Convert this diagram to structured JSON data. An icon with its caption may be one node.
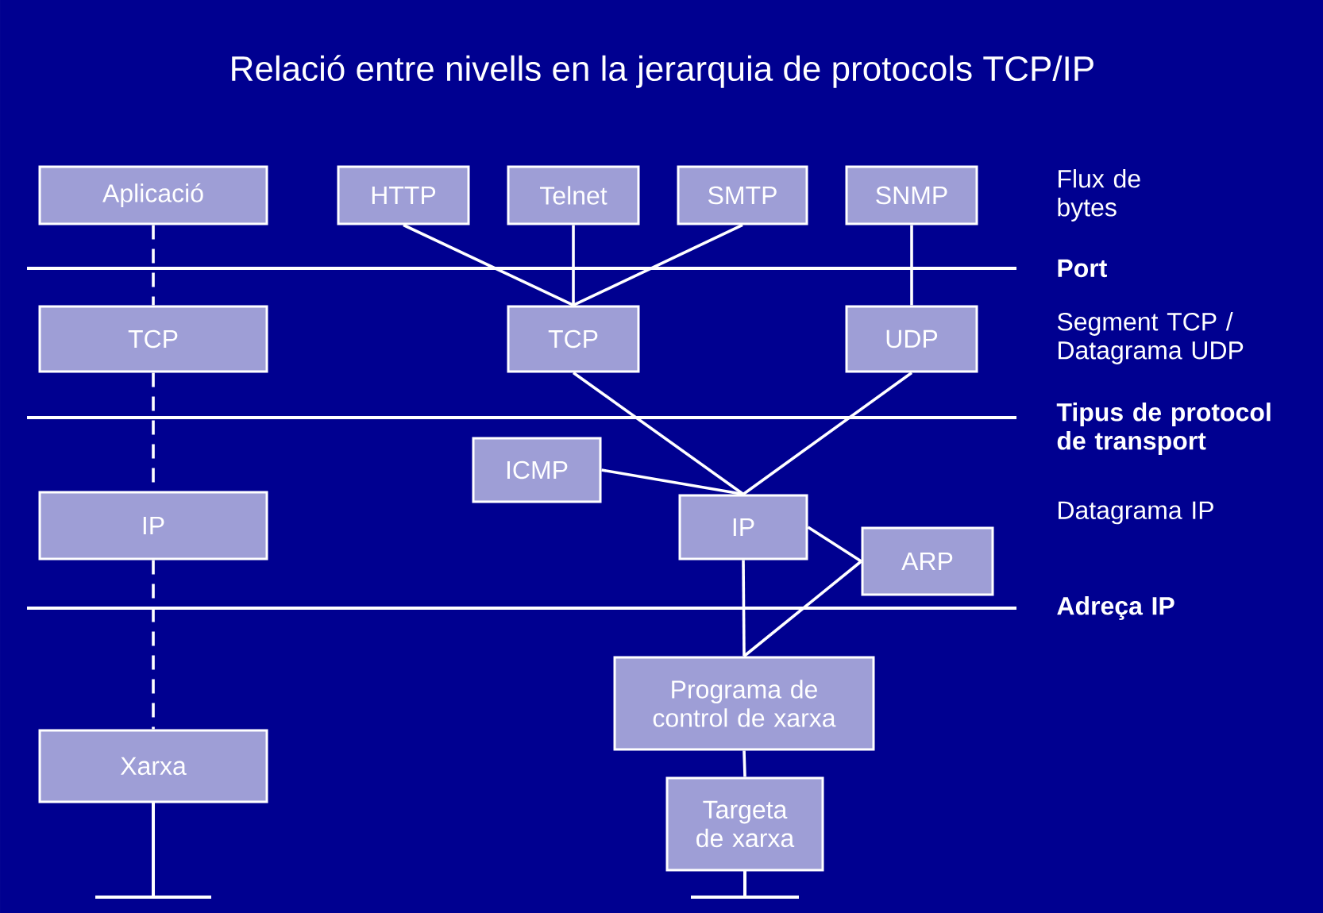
{
  "diagram": {
    "title": "Relació entre nivells en la jerarquia de protocols TCP/IP",
    "nodes": [
      {
        "text": [
          "Aplicació"
        ]
      },
      {
        "text": [
          "HTTP"
        ]
      },
      {
        "text": [
          "Telnet"
        ]
      },
      {
        "text": [
          "SMTP"
        ]
      },
      {
        "text": [
          "SNMP"
        ]
      },
      {
        "text": [
          "TCP"
        ]
      },
      {
        "text": [
          "TCP"
        ]
      },
      {
        "text": [
          "UDP"
        ]
      },
      {
        "text": [
          "ICMP"
        ]
      },
      {
        "text": [
          "IP"
        ]
      },
      {
        "text": [
          "IP"
        ]
      },
      {
        "text": [
          "ARP"
        ]
      },
      {
        "text": [
          "Xarxa"
        ]
      },
      {
        "text": [
          "Programa de control de xarxa"
        ]
      },
      {
        "text": [
          "Targeta de xarxa"
        ]
      }
    ],
    "edges": [
      {
        "from": 0,
        "to": 5,
        "arrow": "none",
        "style": "dashed"
      },
      {
        "from": 5,
        "to": 9,
        "arrow": "none",
        "style": "dashed"
      },
      {
        "from": 9,
        "to": 12,
        "arrow": "none",
        "style": "dashed"
      },
      {
        "from": 1,
        "to": 6,
        "arrow": "none"
      },
      {
        "from": 2,
        "to": 6,
        "arrow": "none"
      },
      {
        "from": 3,
        "to": 6,
        "arrow": "none"
      },
      {
        "from": 4,
        "to": 7,
        "arrow": "none"
      },
      {
        "from": 6,
        "to": 10,
        "arrow": "none"
      },
      {
        "from": 7,
        "to": 10,
        "arrow": "none"
      },
      {
        "from": 8,
        "to": 10,
        "arrow": "none"
      },
      {
        "from": 10,
        "to": 11,
        "arrow": "none"
      },
      {
        "from": 10,
        "to": 13,
        "arrow": "none"
      },
      {
        "from": 11,
        "to": 13,
        "arrow": "none"
      },
      {
        "from": 13,
        "to": 14,
        "arrow": "none"
      }
    ],
    "labels": [
      "Flux de bytes",
      "Port",
      "Segment TCP / Datagrama UDP",
      "Tipus de protocol de transport",
      "Datagrama IP",
      "Adreça IP"
    ]
  }
}
